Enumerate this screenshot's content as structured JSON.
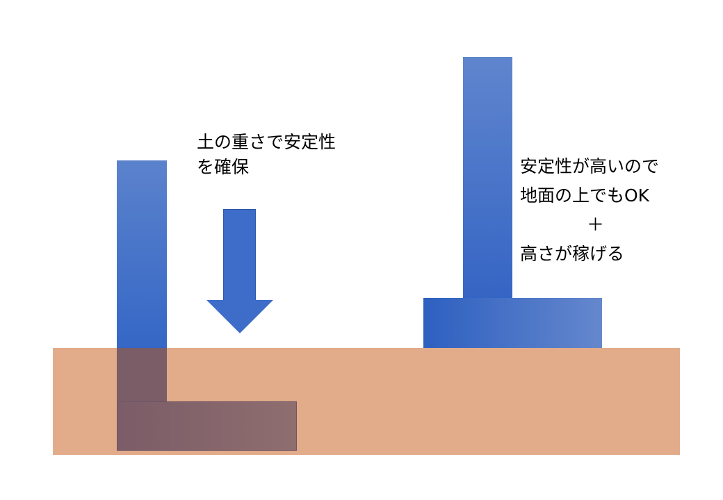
{
  "left_label": {
    "line1": "土の重さで安定性",
    "line2": "を確保"
  },
  "right_label": {
    "line1": "安定性が高いので",
    "line2": "地面の上でもOK",
    "plus": "＋",
    "line3": "高さが稼げる"
  },
  "colors": {
    "ground": "#e2ab89",
    "blue": "#3d6dc9",
    "buried": "#7b5d68"
  }
}
